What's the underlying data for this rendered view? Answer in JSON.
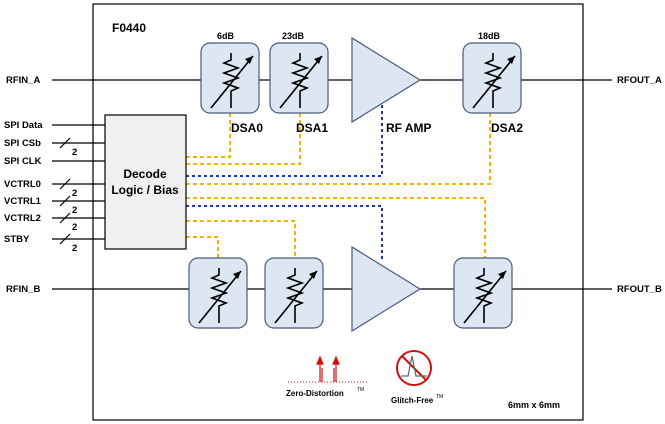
{
  "chip": {
    "part": "F0440",
    "size": "6mm x 6mm"
  },
  "pins_left": {
    "rfin_a": "RFIN_A",
    "spi_data": "SPI Data",
    "spi_csb": "SPI CSb",
    "spi_clk": "SPI CLK",
    "vctrl0": "VCTRL0",
    "vctrl1": "VCTRL1",
    "vctrl2": "VCTRL2",
    "stby": "STBY",
    "rfin_b": "RFIN_B"
  },
  "pins_right": {
    "rfout_a": "RFOUT_A",
    "rfout_b": "RFOUT_B"
  },
  "bus_width": "2",
  "decode_block": {
    "line1": "Decode",
    "line2": "Logic / Bias"
  },
  "path_a": {
    "dsa0": {
      "label": "DSA0",
      "gain": "6dB"
    },
    "dsa1": {
      "label": "DSA1",
      "gain": "23dB"
    },
    "amp": {
      "label": "RF AMP"
    },
    "dsa2": {
      "label": "DSA2",
      "gain": "18dB"
    }
  },
  "logos": {
    "zero_distortion": "Zero-Distortion",
    "glitch_free": "Glitch-Free",
    "tm": "TM"
  },
  "colors": {
    "border": "#000000",
    "dsa_fill": "#dde6f3",
    "dsa_stroke": "#4a5a7a",
    "amp_fill": "#dde6f3",
    "decode_fill": "#f0f0f0",
    "spi_bus": "#f5b400",
    "amp_control": "#1f3aa8",
    "logo_red": "#d01010"
  }
}
